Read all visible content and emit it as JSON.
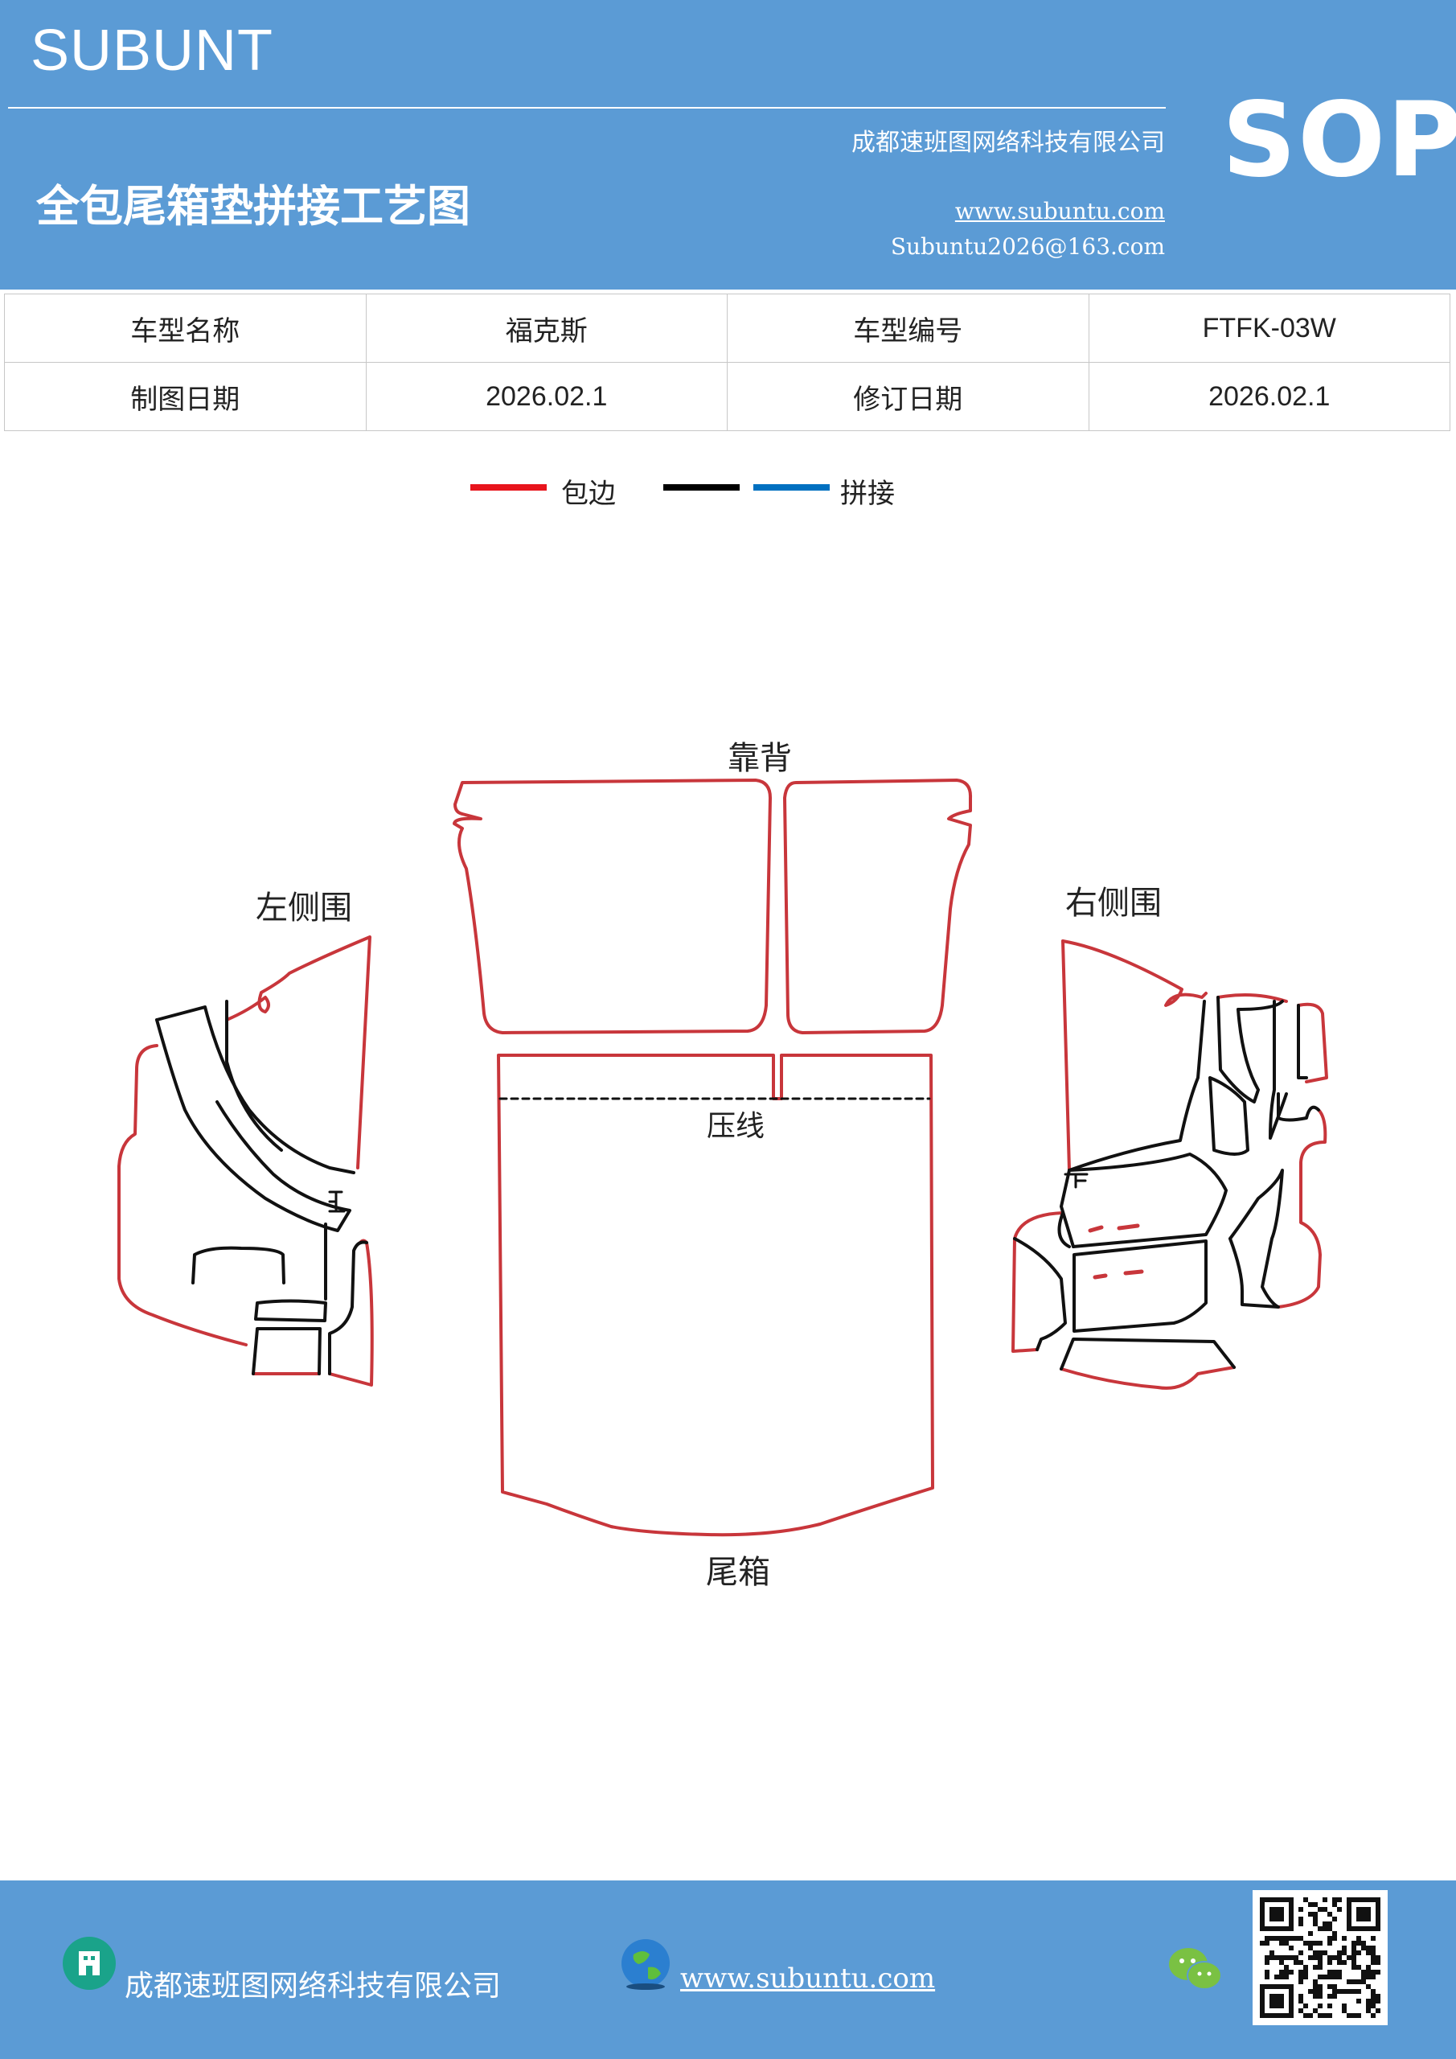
{
  "header": {
    "brand": "SUBUNT",
    "company": "成都速班图网络科技有限公司",
    "title": "全包尾箱垫拼接工艺图",
    "website": "www.subuntu.com",
    "email": "Subuntu2026@163.com",
    "badge": "SOP"
  },
  "info_table": {
    "row1": {
      "label1": "车型名称",
      "value1": "福克斯",
      "label2": "车型编号",
      "value2": "FTFK-03W"
    },
    "row2": {
      "label1": "制图日期",
      "value1": "2026.02.1",
      "label2": "修订日期",
      "value2": "2026.02.1"
    }
  },
  "legend": [
    {
      "label": "包边",
      "color": "#e8141c"
    },
    {
      "label": "",
      "color": "#000000"
    },
    {
      "label": "拼接",
      "color": "#0070c0"
    }
  ],
  "diagram": {
    "backrest": "靠背",
    "left_side": "左侧围",
    "right_side": "右侧围",
    "crease": "压线",
    "trunk": "尾箱",
    "mark_left": "止",
    "mark_right": "止"
  },
  "footer": {
    "company": "成都速班图网络科技有限公司",
    "website": "www.subuntu.com"
  },
  "colors": {
    "header_bg": "#5b9bd5",
    "edge_red": "#c8363b",
    "seam_black": "#111111"
  }
}
